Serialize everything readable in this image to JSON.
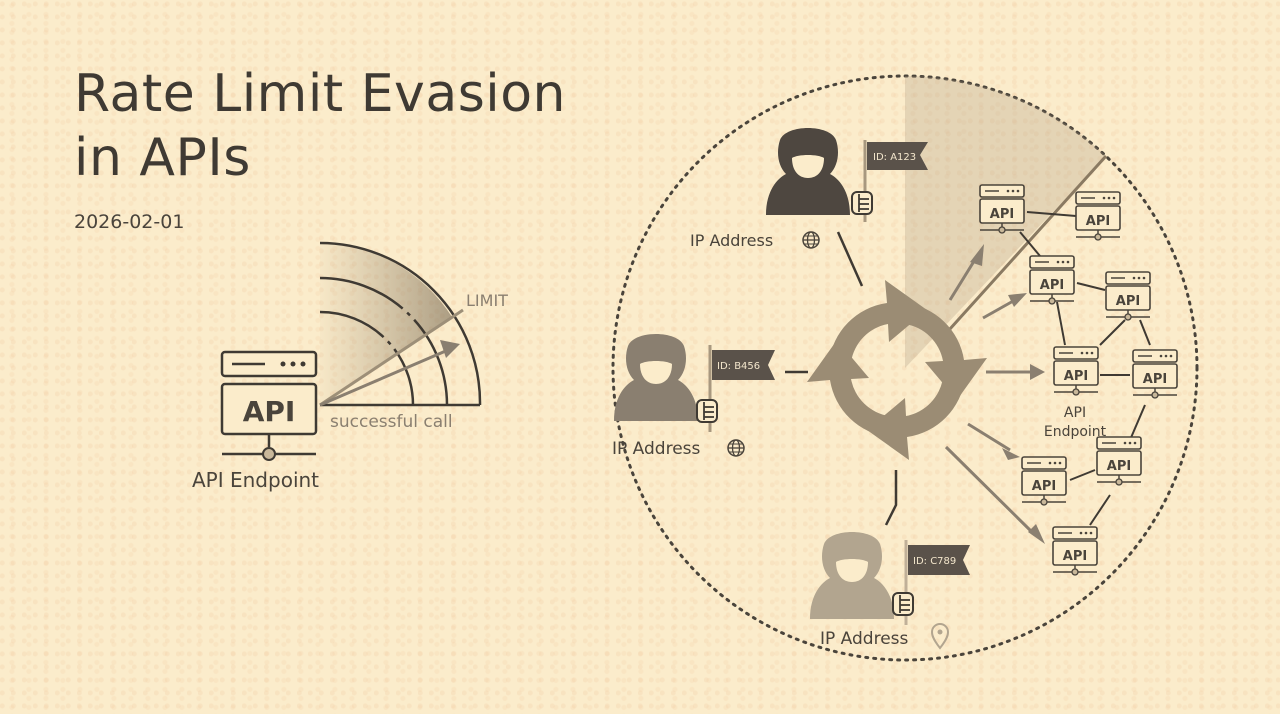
{
  "header": {
    "title_line1": "Rate Limit Evasion",
    "title_line2": "in APIs",
    "date": "2026-02-01"
  },
  "left_panel": {
    "api_box_label": "API",
    "endpoint_label": "API Endpoint",
    "limit_label": "LIMIT",
    "success_label": "successful call"
  },
  "attackers": [
    {
      "id_label": "ID: A123",
      "ip_label": "IP Address",
      "ip_icon": "globe-icon"
    },
    {
      "id_label": "ID: B456",
      "ip_label": "IP Address",
      "ip_icon": "globe-icon"
    },
    {
      "id_label": "ID: C789",
      "ip_label": "IP Address",
      "ip_icon": "location-pin-icon"
    }
  ],
  "rotation": {
    "icon": "rotate-cycle-icon"
  },
  "api_nodes": {
    "node_label": "API",
    "count": 9,
    "endpoint_caption_line1": "API",
    "endpoint_caption_line2": "Endpoint"
  },
  "colors": {
    "background": "#fbeccb",
    "ink": "#3f3a33",
    "muted": "#8a7f70",
    "shade": "#a8987f"
  }
}
